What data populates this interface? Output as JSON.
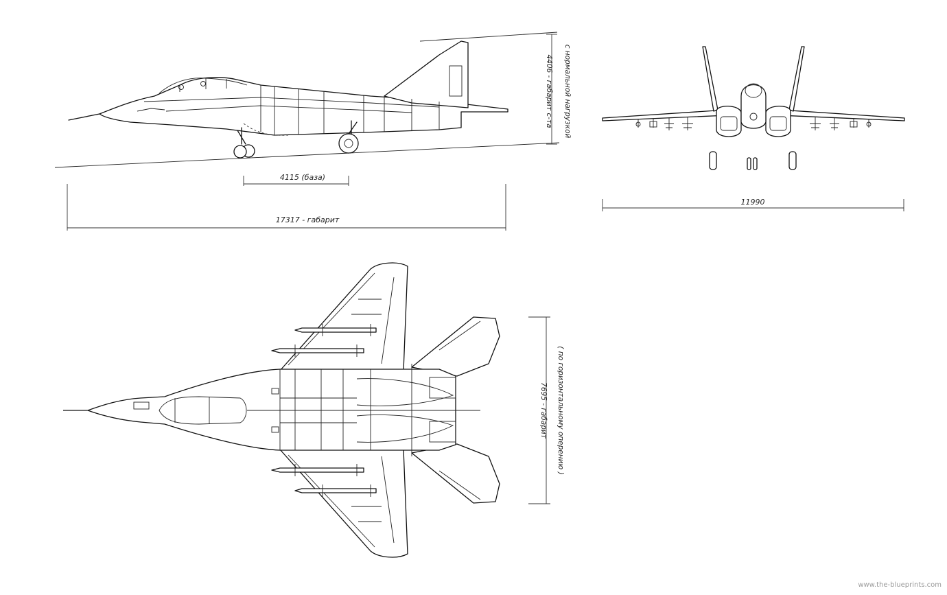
{
  "side_view": {
    "dim_wheelbase": "4115 (база)",
    "dim_length": "17317 - габарит",
    "dim_height_line1": "4406 - габарит с-та",
    "dim_height_line2": "с нормальной нагрузкой"
  },
  "front_view": {
    "dim_span": "11990"
  },
  "top_view": {
    "dim_tail_span_line1": "7695 - габарит",
    "dim_tail_span_line2": "( по горизонтальному оперению )"
  },
  "watermark": "www.the-blueprints.com"
}
